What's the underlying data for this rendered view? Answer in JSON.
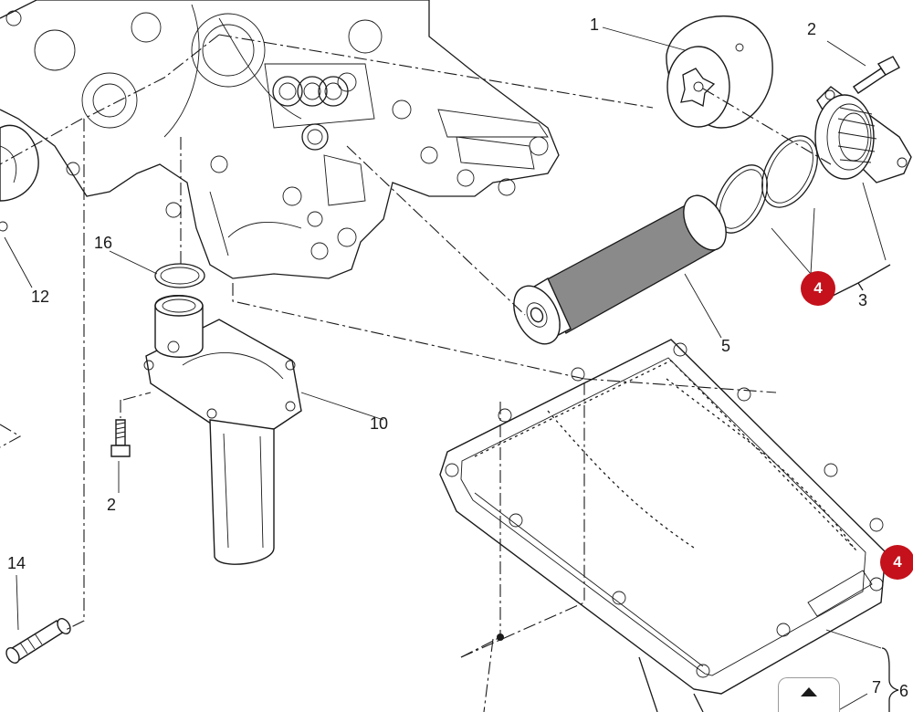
{
  "diagram": {
    "callouts": [
      {
        "id": "c1",
        "text": "1"
      },
      {
        "id": "c2a",
        "text": "2"
      },
      {
        "id": "c2b",
        "text": "2"
      },
      {
        "id": "c3",
        "text": "3"
      },
      {
        "id": "c5",
        "text": "5"
      },
      {
        "id": "c6",
        "text": "6"
      },
      {
        "id": "c7",
        "text": "7"
      },
      {
        "id": "c10",
        "text": "10"
      },
      {
        "id": "c12",
        "text": "12"
      },
      {
        "id": "c14",
        "text": "14"
      },
      {
        "id": "c16",
        "text": "16"
      }
    ],
    "badges": [
      {
        "id": "b4a",
        "text": "4"
      },
      {
        "id": "b4b",
        "text": "4"
      }
    ],
    "badge_color": "#c4111b",
    "nav": {
      "icon": "triangle-up-icon"
    }
  }
}
